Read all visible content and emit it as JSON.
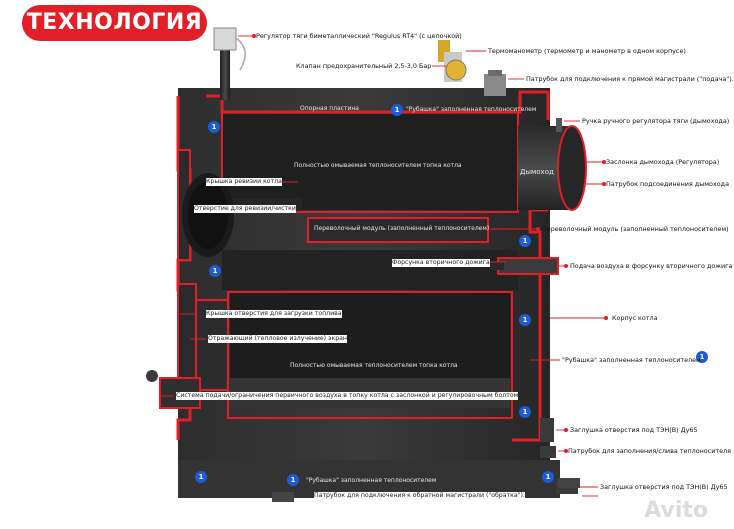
{
  "header": {
    "title": "ТЕХНОЛОГИЯ"
  },
  "labels": {
    "regulator": "Регулятор тяги биметаллический \"Regulus RT4\" (с цепочкой)",
    "thermomanometer": "Термоманометр (термометр и манометр в одном корпусе)",
    "safety_valve": "Клапан предохранительный 2,5-3,0 Бар",
    "supply_pipe": "Патрубок для подключения  к прямой магистрали (\"подача\").",
    "support_plate": "Опорная пластина",
    "jacket_top": "\"Рубашка\" заполненная теплоносителем",
    "damper_handle": "Ручка ручного регулятора тяги (дымохода)",
    "firebox_upper": "Полностью омываемая теплоносителем топка котла",
    "damper": "Заслонка дымохода (Регулятора)",
    "chimney": "Дымоход",
    "chimney_pipe": "Патрубок подсоединения дымохода",
    "inspection_cover": "Крышка ревизии котла",
    "inspection_hole": "Отверстие для ревизии/чистки",
    "transfer_module_inner": "Переволочный модуль (заполненный теплоносителем)",
    "transfer_module_outer": "Переволочный модуль (заполненный теплоносителем)",
    "nozzle": "Форсунка вторичного дожига",
    "air_nozzle": "Подача воздуха в форсунку вторичного дожига",
    "fuel_door": "Крышка отверстия для загрузки топлива",
    "boiler_body": "Корпус котла",
    "reflective_screen": "Отражающий (тепловое излучение) экран",
    "firebox_lower": "Полностью омываемая теплоносителем топка котла",
    "jacket_right": "\"Рубашка\" заполненная теплоносителем",
    "primary_air": "Система подачи/ограничения первичного воздуха в топку котла с заслонкой и регулировочным болтом",
    "heater_plug_1": "Заглушка отверстия под ТЭН(В) Ду65",
    "fill_drain": "Патрубок для заполнения/слива теплоносителя",
    "jacket_bottom": "\"Рубашка\" заполненная теплоносителем",
    "heater_plug_2": "Заглушка отверстия под ТЭН(В) Ду65",
    "return_pipe": "Патрубок для подключения  к обратной магистрали (\"обратка\")."
  },
  "badge_number": "1",
  "watermark": "Avito",
  "colors": {
    "accent": "#e21f26",
    "badge": "#1e5bd6",
    "body": "#2b2b2b"
  }
}
